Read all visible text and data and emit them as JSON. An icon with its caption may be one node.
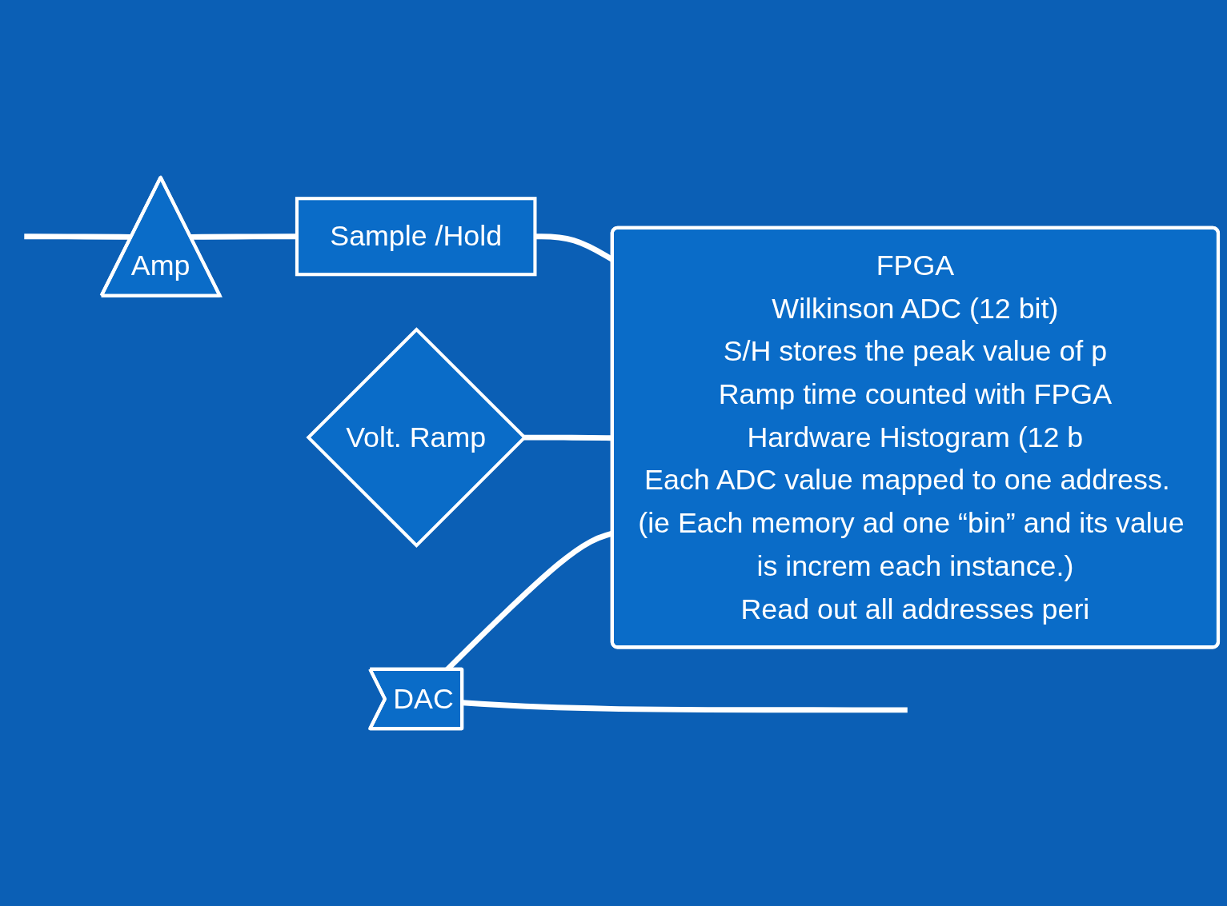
{
  "diagram": {
    "nodes": [
      {
        "text": [
          "Amp"
        ]
      },
      {
        "text": [
          "DAC"
        ]
      },
      {
        "text": [
          "Sample /Hold"
        ]
      },
      {
        "text": [
          "Volt. Ramp"
        ]
      },
      {
        "text": [
          "FPGA",
          "Wilkinson ADC (12 bit)",
          "S/H stores the peak value of p",
          "Ramp time counted with FPGA",
          "Hardware Histogram (12 b",
          "Each ADC value mapped to one address.  (ie Each memory ad one “bin” and its value is increm each instance.)",
          "Read out all addresses peri"
        ]
      }
    ],
    "edges": [
      {
        "from": null,
        "to": 0,
        "arrow": "none"
      },
      {
        "from": 0,
        "to": 2,
        "arrow": "none"
      },
      {
        "from": 2,
        "to": 4,
        "arrow": "none"
      },
      {
        "from": 3,
        "to": 4,
        "arrow": "none"
      },
      {
        "from": 1,
        "to": 4,
        "arrow": "none"
      },
      {
        "from": 1,
        "to": null,
        "arrow": "none"
      }
    ]
  }
}
